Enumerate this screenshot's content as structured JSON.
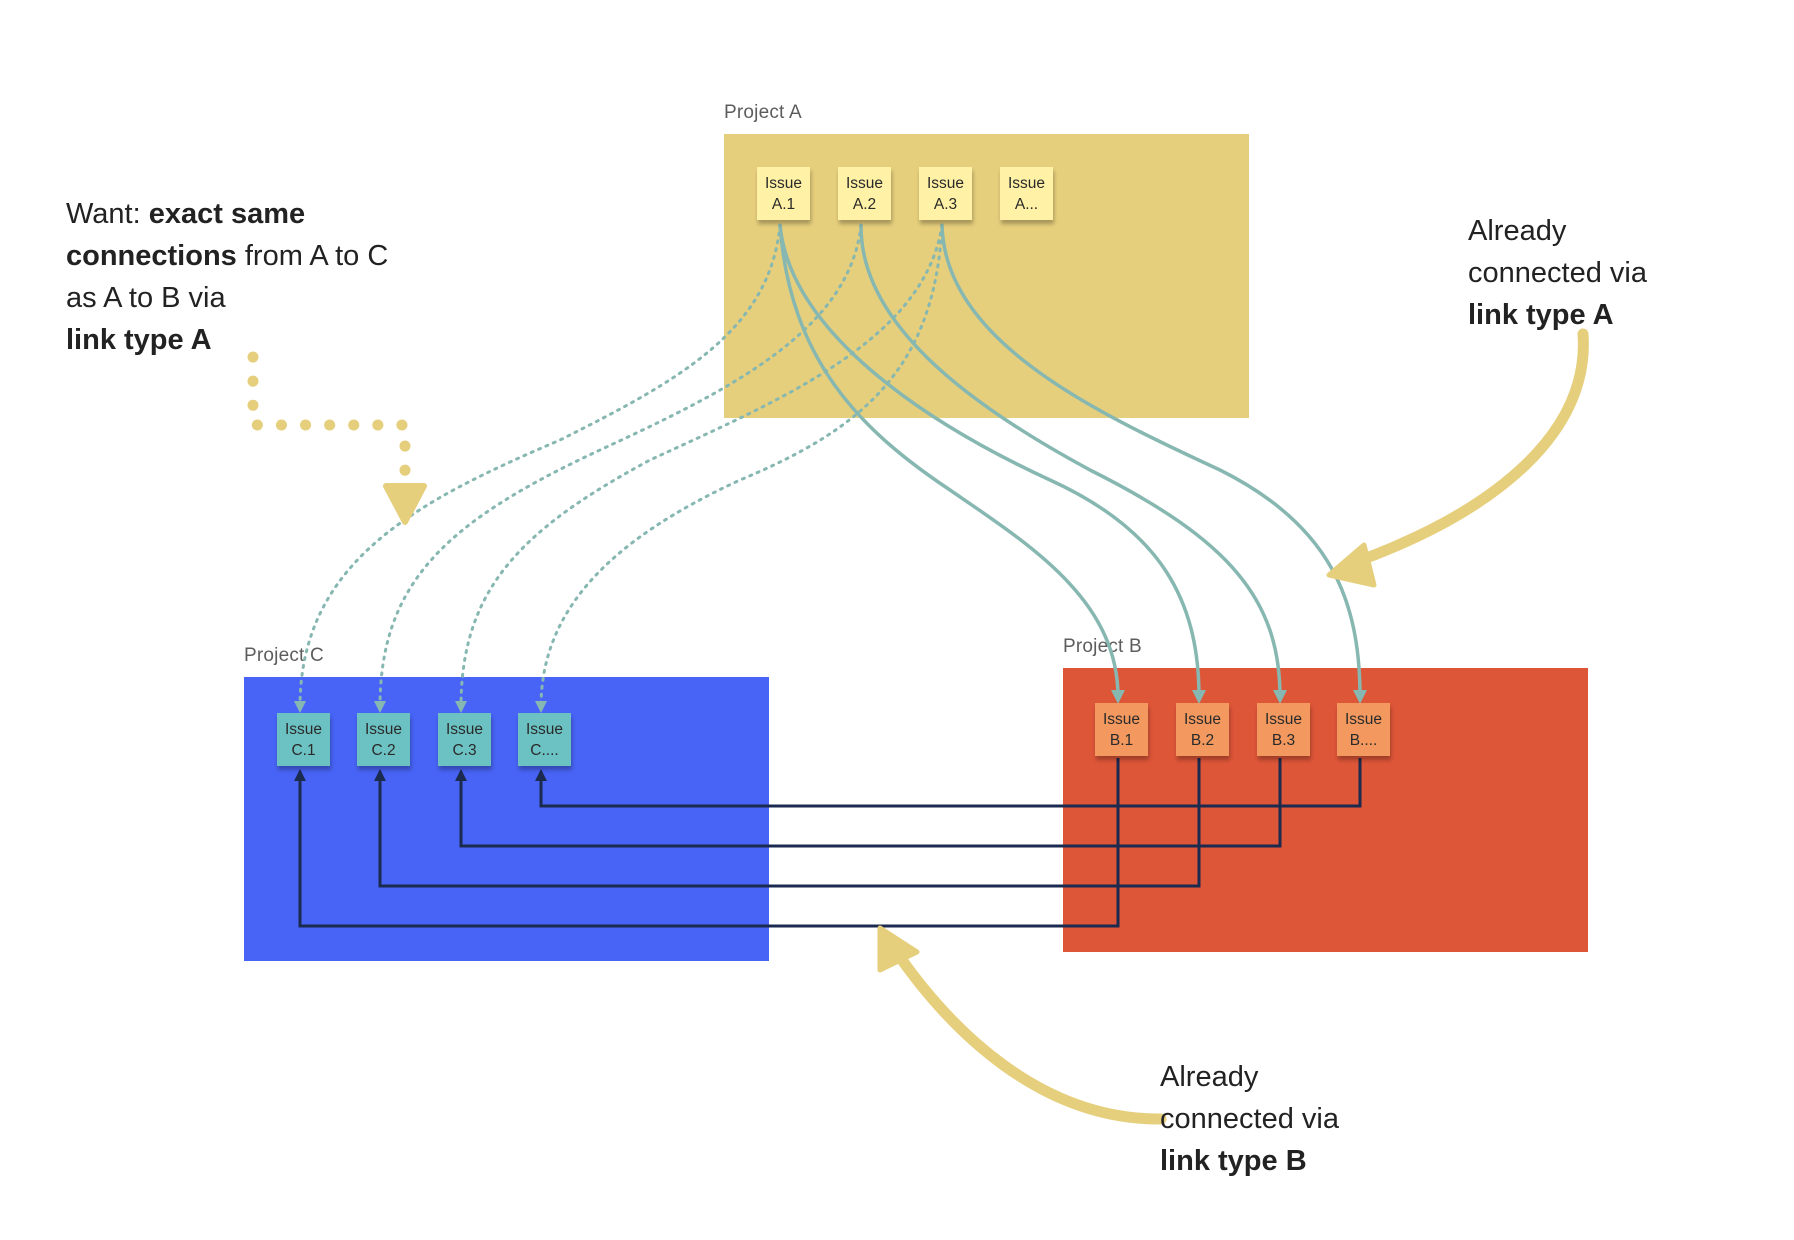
{
  "projects": {
    "a": {
      "label": "Project A"
    },
    "b": {
      "label": "Project B"
    },
    "c": {
      "label": "Project C"
    }
  },
  "issues": {
    "a": [
      {
        "l1": "Issue",
        "l2": "A.1"
      },
      {
        "l1": "Issue",
        "l2": "A.2"
      },
      {
        "l1": "Issue",
        "l2": "A.3"
      },
      {
        "l1": "Issue",
        "l2": "A..."
      }
    ],
    "b": [
      {
        "l1": "Issue",
        "l2": "B.1"
      },
      {
        "l1": "Issue",
        "l2": "B.2"
      },
      {
        "l1": "Issue",
        "l2": "B.3"
      },
      {
        "l1": "Issue",
        "l2": "B...."
      }
    ],
    "c": [
      {
        "l1": "Issue",
        "l2": "C.1"
      },
      {
        "l1": "Issue",
        "l2": "C.2"
      },
      {
        "l1": "Issue",
        "l2": "C.3"
      },
      {
        "l1": "Issue",
        "l2": "C...."
      }
    ]
  },
  "notes": {
    "want": {
      "t1": "Want: ",
      "b1": "exact same",
      "b2": "connections",
      "t2": " from A to C",
      "t3": "as A to B via",
      "b3": "link type A"
    },
    "link_a": {
      "t1": "Already",
      "t2": "connected via",
      "b1": "link type A"
    },
    "link_b": {
      "t1": "Already",
      "t2": "connected via",
      "b1": "link type B"
    }
  },
  "colors": {
    "frame_a": "#e6cf7c",
    "frame_b": "#de5638",
    "frame_c": "#4864f6",
    "sticky_a": "#fff2a6",
    "sticky_b": "#f3995f",
    "sticky_c": "#6cc1c2",
    "link_type_a": "#87b7b1",
    "link_type_b": "#1b2a4f",
    "annotation_arrow": "#e6cf7c"
  }
}
